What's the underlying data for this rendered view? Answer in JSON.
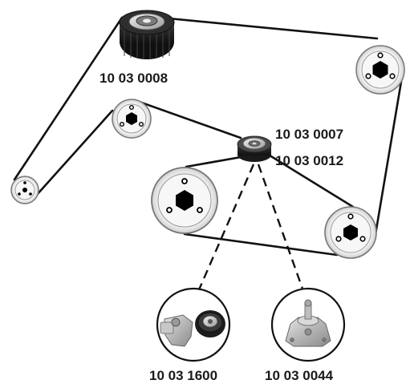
{
  "labels": {
    "top_idler": "10 03 0008",
    "tensioner_pulley_a": "10 03 0007",
    "tensioner_pulley_b": "10 03 0012",
    "tensioner_assembly_left": "10 03 1600",
    "tensioner_assembly_right": "10 03 0044"
  },
  "colors": {
    "belt": "#111111",
    "pulley_outer": "#d9d9d9",
    "pulley_inner": "#eeeeee",
    "hub": "#000000",
    "idler_dark": "#2b2b2b",
    "text": "#1a1a1a"
  }
}
